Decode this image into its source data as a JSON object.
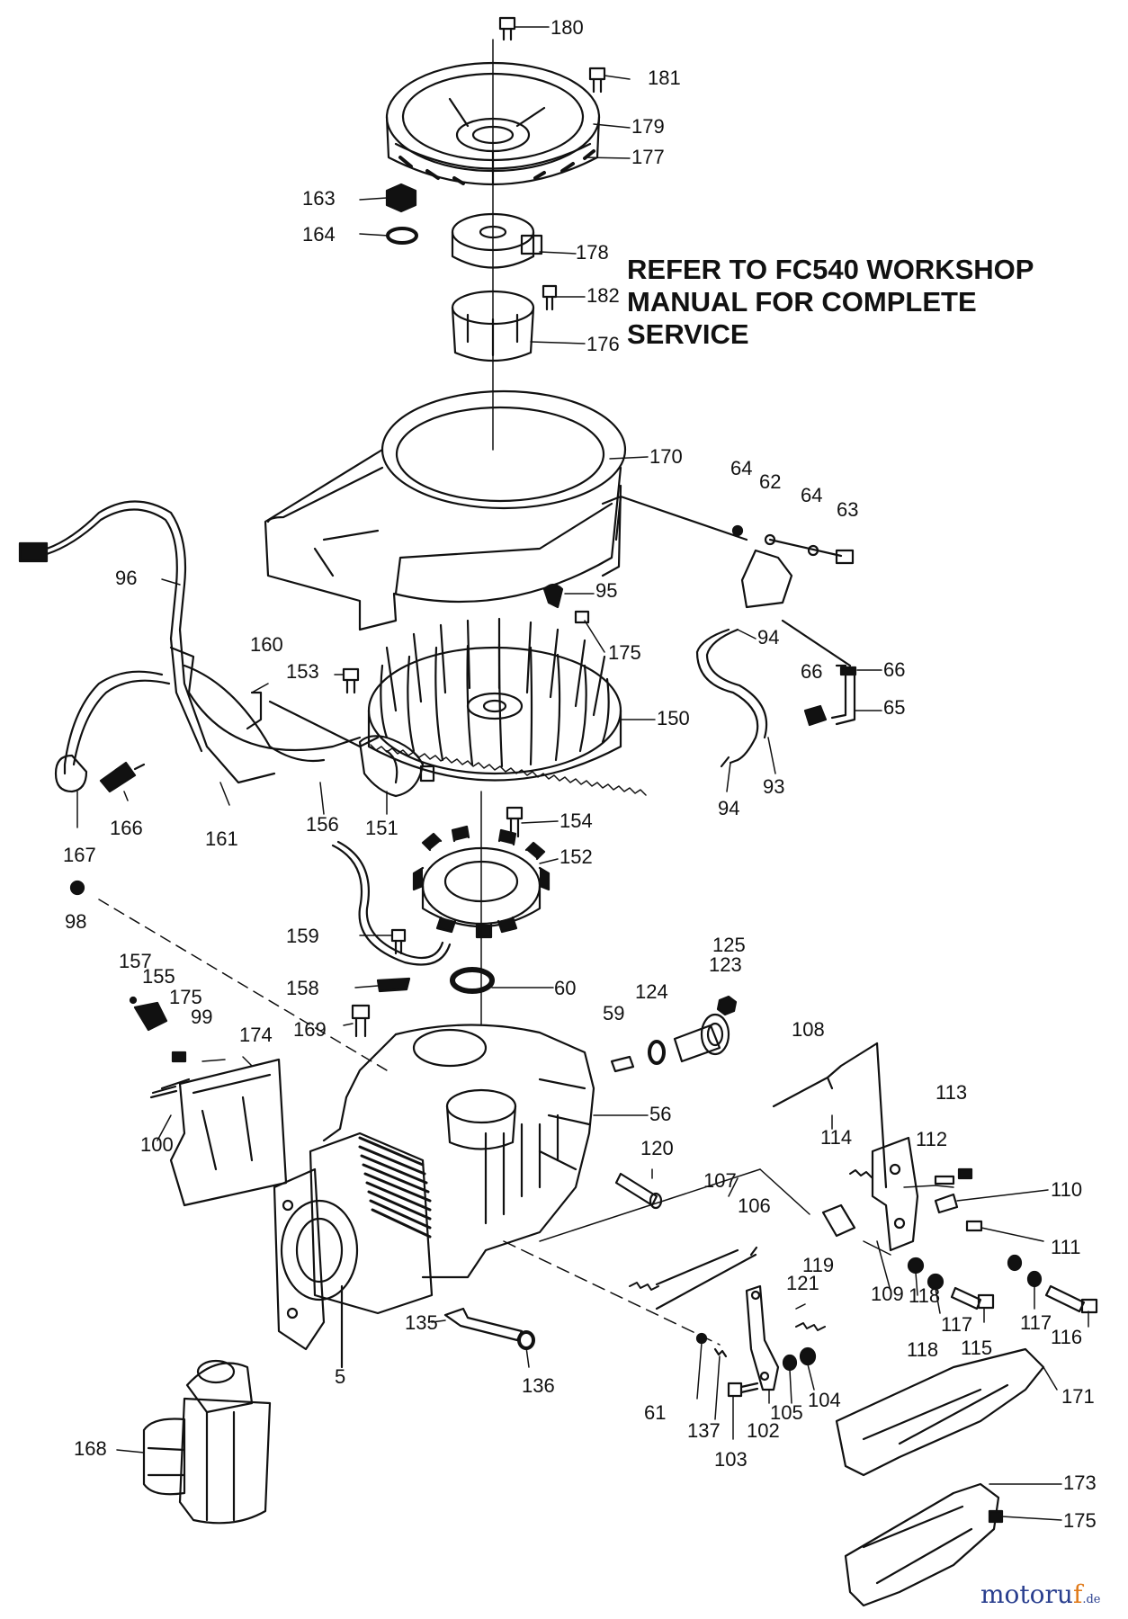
{
  "note_lines": [
    "REFER TO FC540 WORKSHOP",
    "MANUAL FOR COMPLETE",
    "SERVICE"
  ],
  "watermark": {
    "main": "motoru",
    "accent": "f",
    "suffix": ".de"
  },
  "callouts": [
    {
      "id": "180"
    },
    {
      "id": "181"
    },
    {
      "id": "179"
    },
    {
      "id": "177"
    },
    {
      "id": "163"
    },
    {
      "id": "164"
    },
    {
      "id": "178"
    },
    {
      "id": "182"
    },
    {
      "id": "176"
    },
    {
      "id": "170"
    },
    {
      "id": "64"
    },
    {
      "id": "62"
    },
    {
      "id": "64"
    },
    {
      "id": "63"
    },
    {
      "id": "96"
    },
    {
      "id": "95"
    },
    {
      "id": "175"
    },
    {
      "id": "160"
    },
    {
      "id": "153"
    },
    {
      "id": "94"
    },
    {
      "id": "66"
    },
    {
      "id": "66"
    },
    {
      "id": "65"
    },
    {
      "id": "150"
    },
    {
      "id": "93"
    },
    {
      "id": "94"
    },
    {
      "id": "166"
    },
    {
      "id": "167"
    },
    {
      "id": "161"
    },
    {
      "id": "156"
    },
    {
      "id": "151"
    },
    {
      "id": "154"
    },
    {
      "id": "152"
    },
    {
      "id": "98"
    },
    {
      "id": "159"
    },
    {
      "id": "158"
    },
    {
      "id": "60"
    },
    {
      "id": "125"
    },
    {
      "id": "123"
    },
    {
      "id": "124"
    },
    {
      "id": "59"
    },
    {
      "id": "157"
    },
    {
      "id": "155"
    },
    {
      "id": "175"
    },
    {
      "id": "99"
    },
    {
      "id": "174"
    },
    {
      "id": "169"
    },
    {
      "id": "108"
    },
    {
      "id": "56"
    },
    {
      "id": "113"
    },
    {
      "id": "100"
    },
    {
      "id": "114"
    },
    {
      "id": "112"
    },
    {
      "id": "120"
    },
    {
      "id": "110"
    },
    {
      "id": "107"
    },
    {
      "id": "106"
    },
    {
      "id": "111"
    },
    {
      "id": "119"
    },
    {
      "id": "109"
    },
    {
      "id": "118"
    },
    {
      "id": "117"
    },
    {
      "id": "117"
    },
    {
      "id": "116"
    },
    {
      "id": "121"
    },
    {
      "id": "118"
    },
    {
      "id": "115"
    },
    {
      "id": "135"
    },
    {
      "id": "5"
    },
    {
      "id": "136"
    },
    {
      "id": "104"
    },
    {
      "id": "105"
    },
    {
      "id": "171"
    },
    {
      "id": "61"
    },
    {
      "id": "137"
    },
    {
      "id": "102"
    },
    {
      "id": "103"
    },
    {
      "id": "168"
    },
    {
      "id": "173"
    },
    {
      "id": "175"
    }
  ]
}
